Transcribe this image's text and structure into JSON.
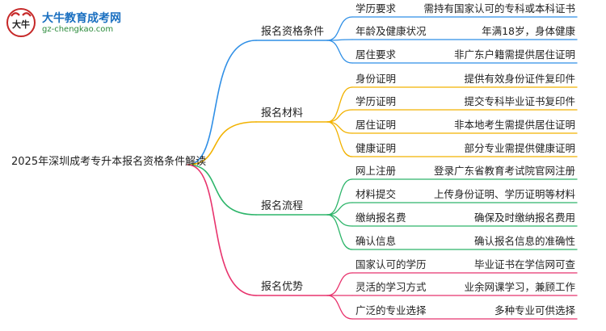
{
  "logo": {
    "name": "大牛教育成考网",
    "url": "gz-chengkao.com",
    "mark": "大牛"
  },
  "root": {
    "label": "2025年深圳成考专升本报名资格条件解读"
  },
  "branches": [
    {
      "label": "报名资格条件",
      "color": "#2f8fe6",
      "items": [
        {
          "label": "学历要求",
          "desc": "需持有国家认可的专科或本科证书"
        },
        {
          "label": "年龄及健康状况",
          "desc": "年满18岁，身体健康"
        },
        {
          "label": "居住要求",
          "desc": "非广东户籍需提供居住证明"
        }
      ]
    },
    {
      "label": "报名材料",
      "color": "#f2b200",
      "items": [
        {
          "label": "身份证明",
          "desc": "提供有效身份证件复印件"
        },
        {
          "label": "学历证明",
          "desc": "提交专科毕业证书复印件"
        },
        {
          "label": "居住证明",
          "desc": "非本地考生需提供居住证明"
        },
        {
          "label": "健康证明",
          "desc": "部分专业需提供健康证明"
        }
      ]
    },
    {
      "label": "报名流程",
      "color": "#2db56a",
      "items": [
        {
          "label": "网上注册",
          "desc": "登录广东省教育考试院官网注册"
        },
        {
          "label": "材料提交",
          "desc": "上传身份证明、学历证明等材料"
        },
        {
          "label": "缴纳报名费",
          "desc": "确保及时缴纳报名费用"
        },
        {
          "label": "确认信息",
          "desc": "确认报名信息的准确性"
        }
      ]
    },
    {
      "label": "报名优势",
      "color": "#e8336d",
      "items": [
        {
          "label": "国家认可的学历",
          "desc": "毕业证书在学信网可查"
        },
        {
          "label": "灵活的学习方式",
          "desc": "业余网课学习，兼顾工作"
        },
        {
          "label": "广泛的专业选择",
          "desc": "多种专业可供选择"
        }
      ]
    }
  ]
}
